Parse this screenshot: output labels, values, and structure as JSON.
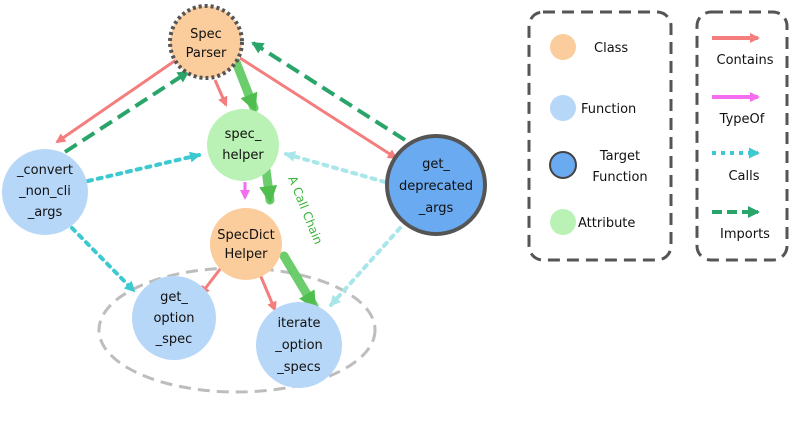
{
  "colors": {
    "class": "#fbcc9c",
    "function": "#b7d7f8",
    "target": "#6aaaf0",
    "attribute": "#b9f2b4",
    "contains": "#f47e7e",
    "typeof": "#f46cf0",
    "calls": "#3cc9d0",
    "imports": "#2aa56a",
    "chain": "#55c455"
  },
  "nodes": {
    "spec_parser": [
      "Spec",
      "Parser"
    ],
    "spec_helper": [
      "spec_",
      "helper"
    ],
    "convert": [
      "_convert",
      "_non_cli",
      "_args"
    ],
    "get_deprecated": [
      "get_",
      "deprecated",
      "_args"
    ],
    "specdict": [
      "SpecDict",
      "Helper"
    ],
    "get_option_spec": [
      "get_",
      "option",
      "_spec"
    ],
    "iterate": [
      "iterate",
      "_option",
      "_specs"
    ]
  },
  "chain_label": "A Call Chain",
  "legend_nodes": [
    {
      "label": "Class",
      "icon": "class-node-icon"
    },
    {
      "label": "Function",
      "icon": "function-node-icon"
    },
    {
      "label": "Target Function",
      "lines": [
        "Target",
        "Function"
      ],
      "icon": "target-function-node-icon"
    },
    {
      "label": "Attribute",
      "icon": "attribute-node-icon"
    }
  ],
  "legend_edges": [
    {
      "label": "Contains",
      "icon": "contains-arrow-icon"
    },
    {
      "label": "TypeOf",
      "icon": "typeof-arrow-icon"
    },
    {
      "label": "Calls",
      "icon": "calls-arrow-icon"
    },
    {
      "label": "Imports",
      "icon": "imports-arrow-icon"
    }
  ]
}
